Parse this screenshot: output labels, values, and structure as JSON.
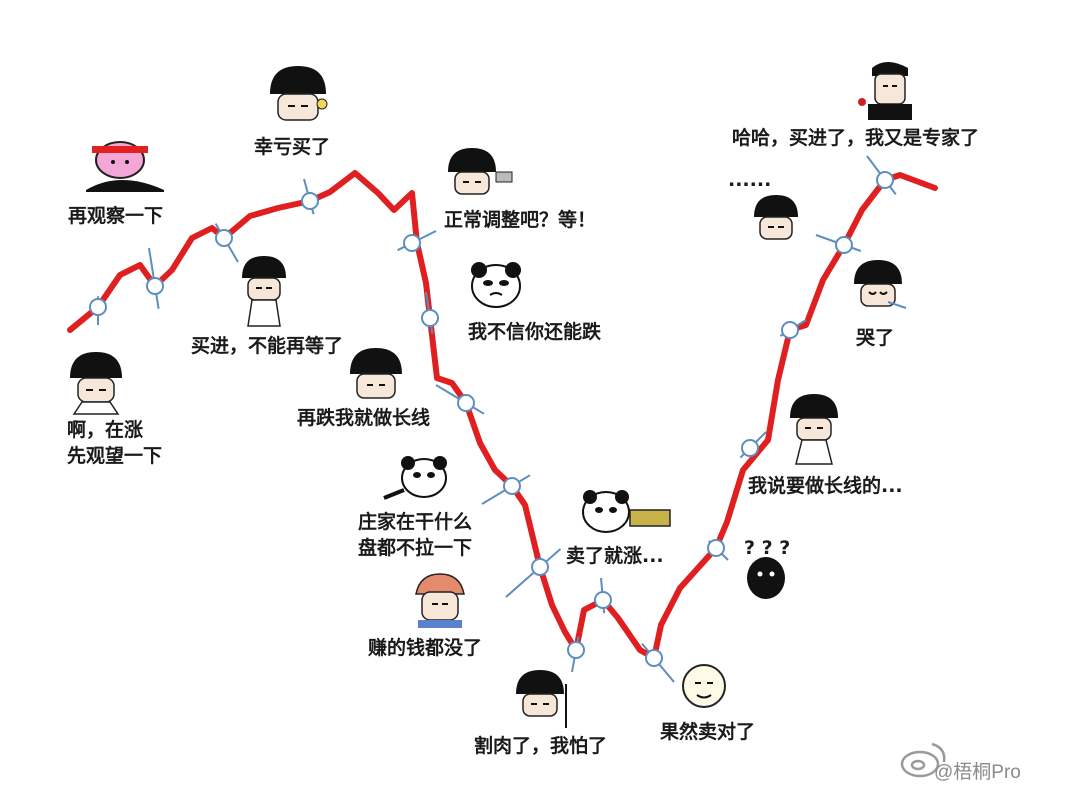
{
  "line_color": "#e02020",
  "marker_color": "#5c8fbf",
  "labels": [
    {
      "id": "observe-again",
      "text": "再观察一下"
    },
    {
      "id": "wait-and-see",
      "text": "啊，在涨\n先观望一下"
    },
    {
      "id": "glad-bought",
      "text": "幸亏买了"
    },
    {
      "id": "buy-now",
      "text": "买进，不能再等了"
    },
    {
      "id": "normal-adjust",
      "text": "正常调整吧？等！"
    },
    {
      "id": "cant-fall-more",
      "text": "我不信你还能跌"
    },
    {
      "id": "long-term",
      "text": "再跌我就做长线"
    },
    {
      "id": "dealer",
      "text": "庄家在干什么\n盘都不拉一下"
    },
    {
      "id": "money-gone",
      "text": "赚的钱都没了"
    },
    {
      "id": "cut-loss",
      "text": "割肉了，我怕了"
    },
    {
      "id": "sold-rises",
      "text": "卖了就涨..."
    },
    {
      "id": "sold-right",
      "text": "果然卖对了"
    },
    {
      "id": "question-marks",
      "text": "? ? ?"
    },
    {
      "id": "said-long-term",
      "text": "我说要做长线的..."
    },
    {
      "id": "cried",
      "text": "哭了"
    },
    {
      "id": "dots",
      "text": "......"
    },
    {
      "id": "expert-again",
      "text": "哈哈，买进了，我又是专家了"
    }
  ],
  "watermark": "@梧桐Pro",
  "icons": [
    "weibo-logo-icon"
  ]
}
